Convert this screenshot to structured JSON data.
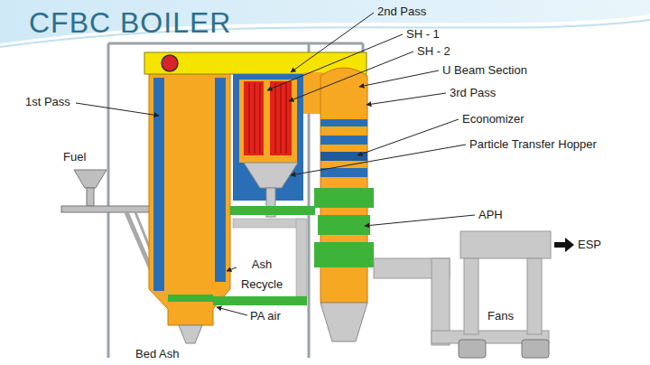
{
  "diagram": {
    "title": "CFBC BOILER",
    "labels": [
      "2nd Pass",
      "SH - 1",
      "SH - 2",
      "U Beam Section",
      "3rd Pass",
      "Economizer",
      "Particle Transfer Hopper",
      "1st Pass",
      "Fuel",
      "APH",
      "ESP",
      "Ash Recycle",
      "Fans",
      "PA air",
      "Bed Ash"
    ]
  }
}
